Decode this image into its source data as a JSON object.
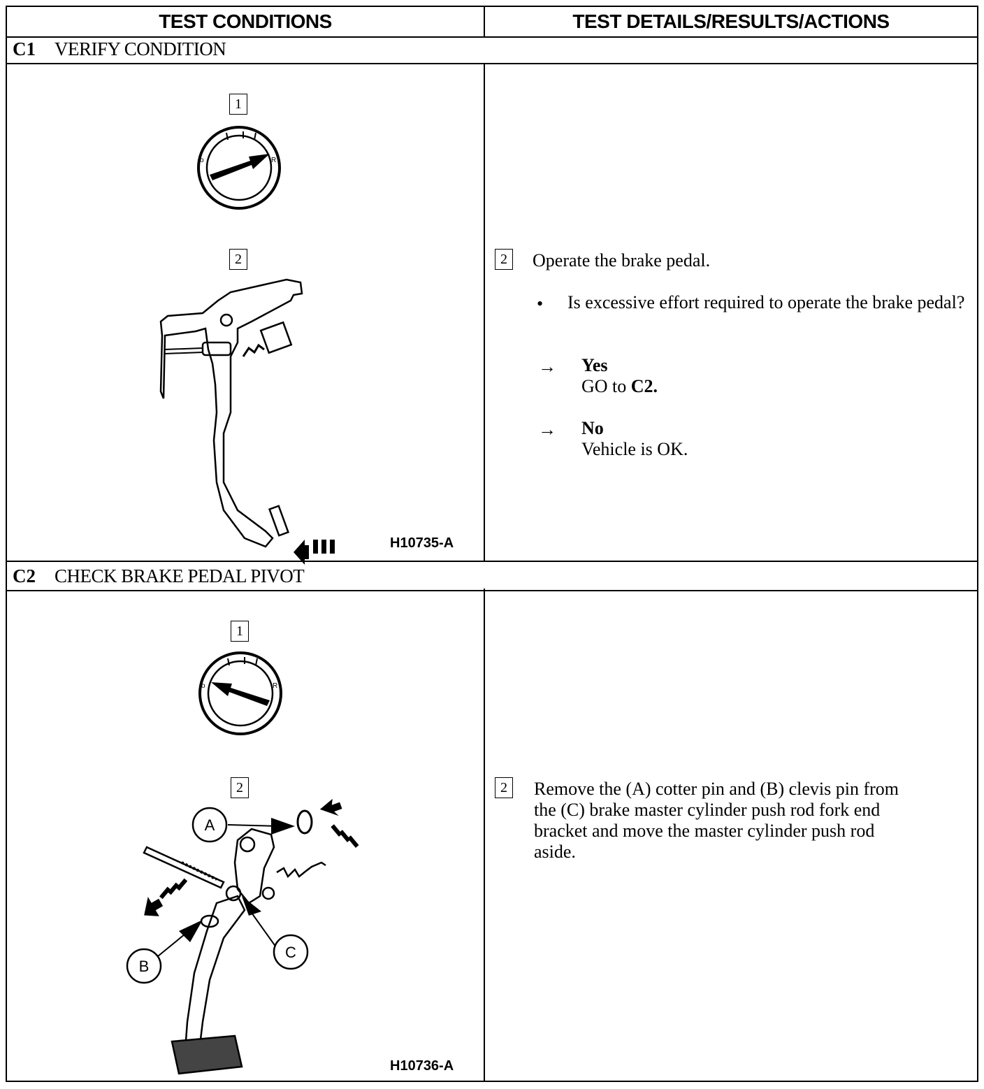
{
  "header": {
    "test_conditions": "TEST CONDITIONS",
    "test_details": "TEST DETAILS/RESULTS/ACTIONS"
  },
  "steps": [
    {
      "id": "C1",
      "title": "VERIFY CONDITION",
      "left": {
        "box1": "1",
        "box2": "2",
        "figure_id": "H10735-A"
      },
      "right": {
        "box": "2",
        "instruction": "Operate the brake pedal.",
        "question": "Is excessive effort required to operate the brake pedal?",
        "results": [
          {
            "arrow": "→",
            "label": "Yes",
            "action_prefix": "GO to ",
            "action_ref": "C2."
          },
          {
            "arrow": "→",
            "label": "No",
            "action": "Vehicle is OK."
          }
        ]
      }
    },
    {
      "id": "C2",
      "title": "CHECK BRAKE PEDAL PIVOT",
      "left": {
        "box1": "1",
        "box2": "2",
        "figure_id": "H10736-A",
        "callouts": {
          "a": "A",
          "b": "B",
          "c": "C"
        }
      },
      "right": {
        "box": "2",
        "instruction_lines": [
          "Remove the (A) cotter pin and (B) clevis pin from",
          "the (C) brake master cylinder push rod fork end",
          "bracket and move the master cylinder push rod",
          "aside."
        ]
      }
    }
  ],
  "bullet": "•"
}
